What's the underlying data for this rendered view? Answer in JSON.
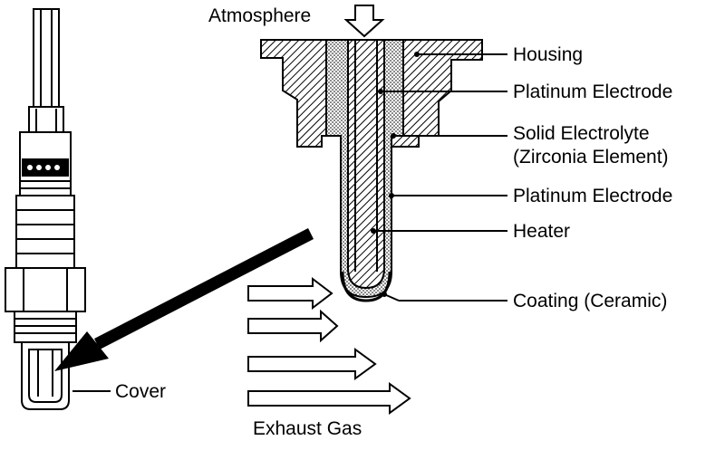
{
  "labels": {
    "atmosphere": "Atmosphere",
    "housing": "Housing",
    "platinum_electrode_inner": "Platinum Electrode",
    "solid_electrolyte_line1": "Solid Electrolyte",
    "solid_electrolyte_line2": "(Zirconia Element)",
    "platinum_electrode_outer": "Platinum Electrode",
    "heater": "Heater",
    "coating": "Coating (Ceramic)",
    "cover": "Cover",
    "exhaust_gas": "Exhaust Gas"
  }
}
